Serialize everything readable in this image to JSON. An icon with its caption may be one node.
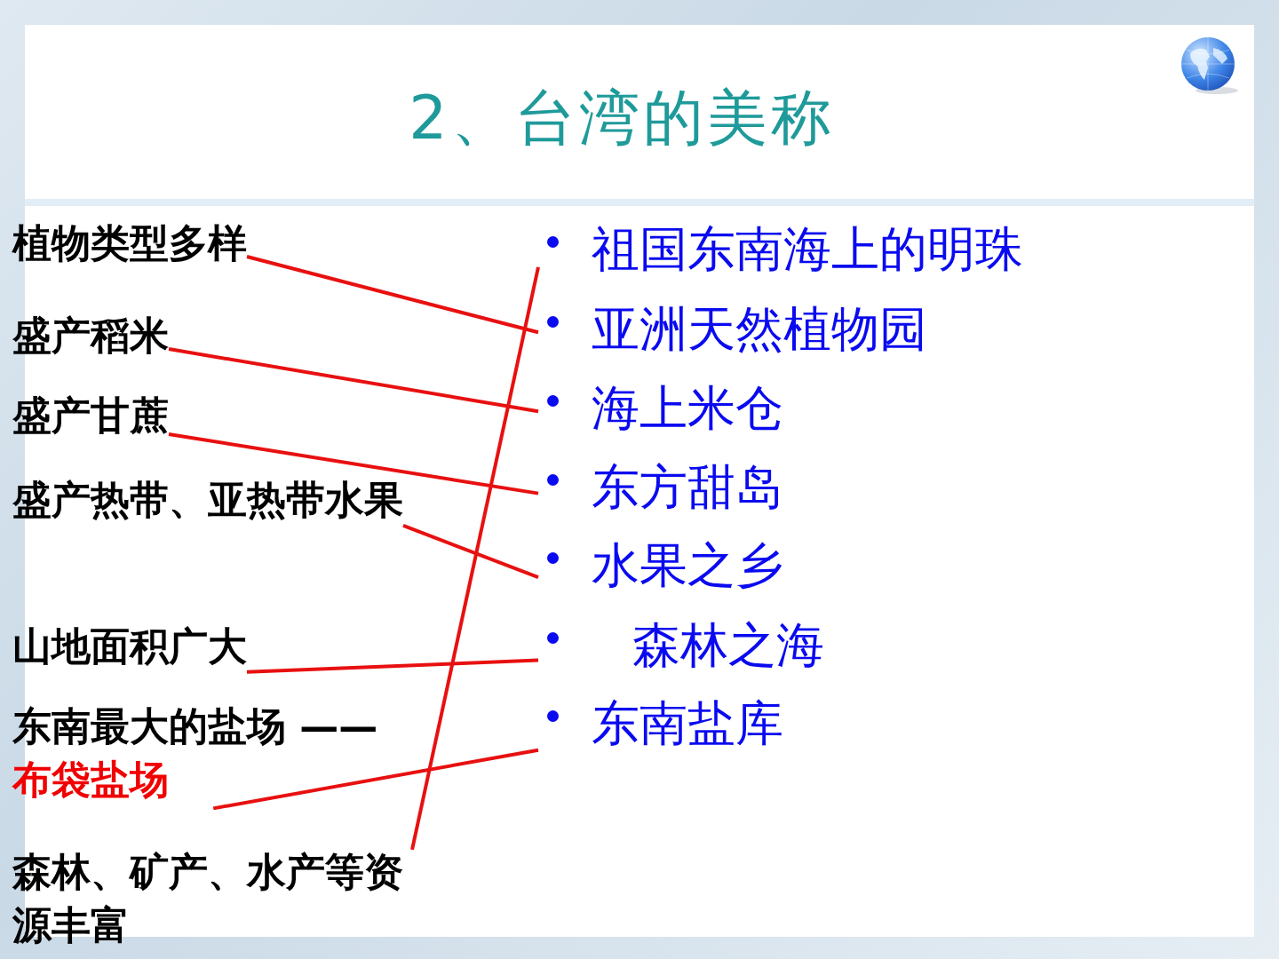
{
  "diagram": {
    "title": "2、台湾的美称",
    "nodes": [
      {
        "text": [
          "植物类型多样"
        ]
      },
      {
        "text": [
          "盛产稻米"
        ]
      },
      {
        "text": [
          "盛产甘蔗"
        ]
      },
      {
        "text": [
          "盛产热带、亚热带水果"
        ]
      },
      {
        "text": [
          "山地面积广大"
        ]
      },
      {
        "text": [
          "东南最大的盐场 ——",
          "布袋盐场"
        ]
      },
      {
        "text": [
          "森林、矿产、水产等资源丰富"
        ]
      },
      {
        "text": [
          "祖国东南海上的明珠"
        ]
      },
      {
        "text": [
          "亚洲天然植物园"
        ]
      },
      {
        "text": [
          "海上米仓"
        ]
      },
      {
        "text": [
          "东方甜岛"
        ]
      },
      {
        "text": [
          "水果之乡"
        ]
      },
      {
        "text": [
          "森林之海"
        ]
      },
      {
        "text": [
          "东南盐库"
        ]
      }
    ],
    "edges": [
      {
        "from": 0,
        "to": 8,
        "arrow": "none"
      },
      {
        "from": 1,
        "to": 9,
        "arrow": "none"
      },
      {
        "from": 2,
        "to": 10,
        "arrow": "none"
      },
      {
        "from": 3,
        "to": 11,
        "arrow": "none"
      },
      {
        "from": 4,
        "to": 12,
        "arrow": "none"
      },
      {
        "from": 5,
        "to": 13,
        "arrow": "none"
      },
      {
        "from": 6,
        "to": 7,
        "arrow": "none"
      }
    ]
  }
}
